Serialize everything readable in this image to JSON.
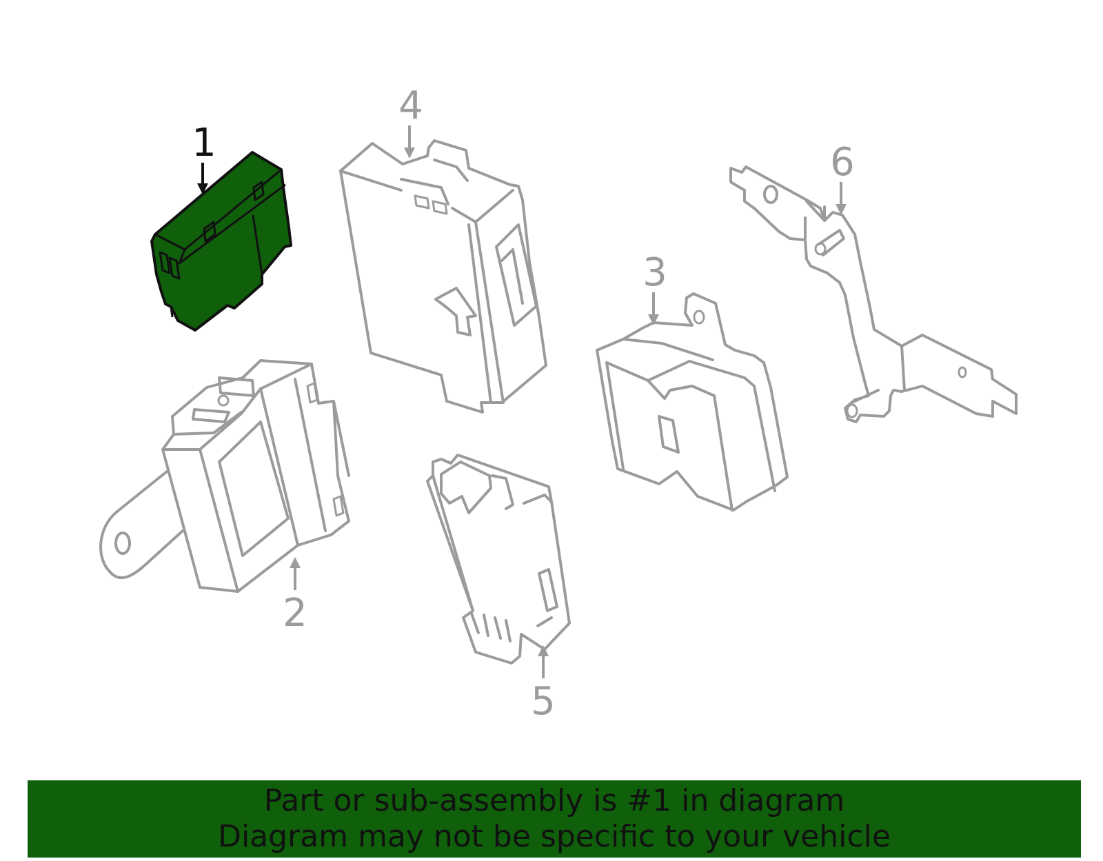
{
  "diagram": {
    "highlight_color": "#0f5f0b",
    "line_color": "#9b9b9b",
    "selected_part": "1",
    "callouts": [
      {
        "id": "1",
        "label": "1",
        "selected": true
      },
      {
        "id": "2",
        "label": "2",
        "selected": false
      },
      {
        "id": "3",
        "label": "3",
        "selected": false
      },
      {
        "id": "4",
        "label": "4",
        "selected": false
      },
      {
        "id": "5",
        "label": "5",
        "selected": false
      },
      {
        "id": "6",
        "label": "6",
        "selected": false
      }
    ]
  },
  "banner": {
    "line1": "Part or sub-assembly is #1 in diagram",
    "line2": "Diagram may not be specific to your vehicle",
    "background": "#0f5f0b"
  }
}
